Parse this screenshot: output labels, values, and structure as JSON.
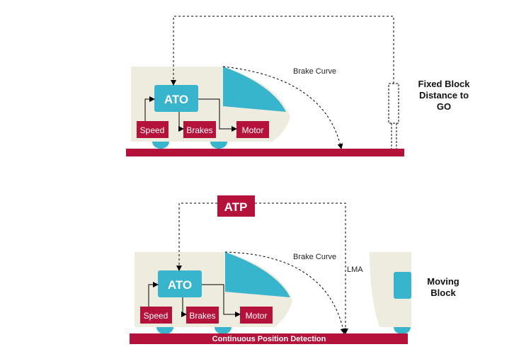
{
  "colors": {
    "train_body": "#eeebdf",
    "nose": "#38b4cc",
    "ato_box": "#38b4cc",
    "red": "#b5123b",
    "rail": "#b5123b",
    "wheel": "#38b4cc",
    "line": "#000000"
  },
  "top": {
    "ato": "ATO",
    "speed": "Speed",
    "brakes": "Brakes",
    "motor": "Motor",
    "brake_curve": "Brake Curve",
    "side_label_1": "Fixed Block",
    "side_label_2": "Distance to",
    "side_label_3": "GO"
  },
  "bottom": {
    "atp": "ATP",
    "ato": "ATO",
    "speed": "Speed",
    "brakes": "Brakes",
    "motor": "Motor",
    "brake_curve": "Brake Curve",
    "lma": "LMA",
    "rail_label": "Continuous Position Detection",
    "side_label_1": "Moving",
    "side_label_2": "Block"
  }
}
